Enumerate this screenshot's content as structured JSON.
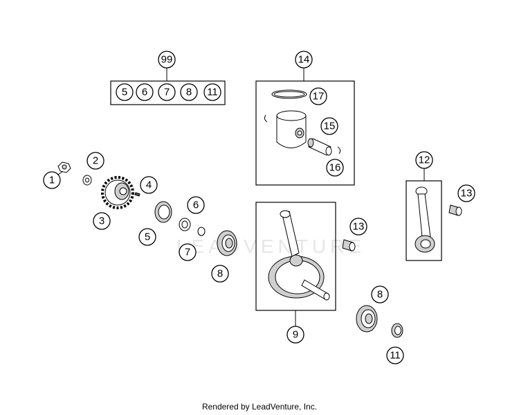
{
  "diagram": {
    "kit_label": "99",
    "kit_items": [
      "5",
      "6",
      "7",
      "8",
      "11"
    ],
    "callouts": {
      "c1": "1",
      "c2": "2",
      "c3": "3",
      "c4": "4",
      "c5": "5",
      "c6": "6",
      "c7": "7",
      "c8a": "8",
      "c8b": "8",
      "c9": "9",
      "c11": "11",
      "c12": "12",
      "c13a": "13",
      "c13b": "13",
      "c14": "14",
      "c15": "15",
      "c16": "16",
      "c17": "17"
    }
  },
  "watermark": "LEADVENTURE",
  "footer": "Rendered by LeadVenture, Inc."
}
